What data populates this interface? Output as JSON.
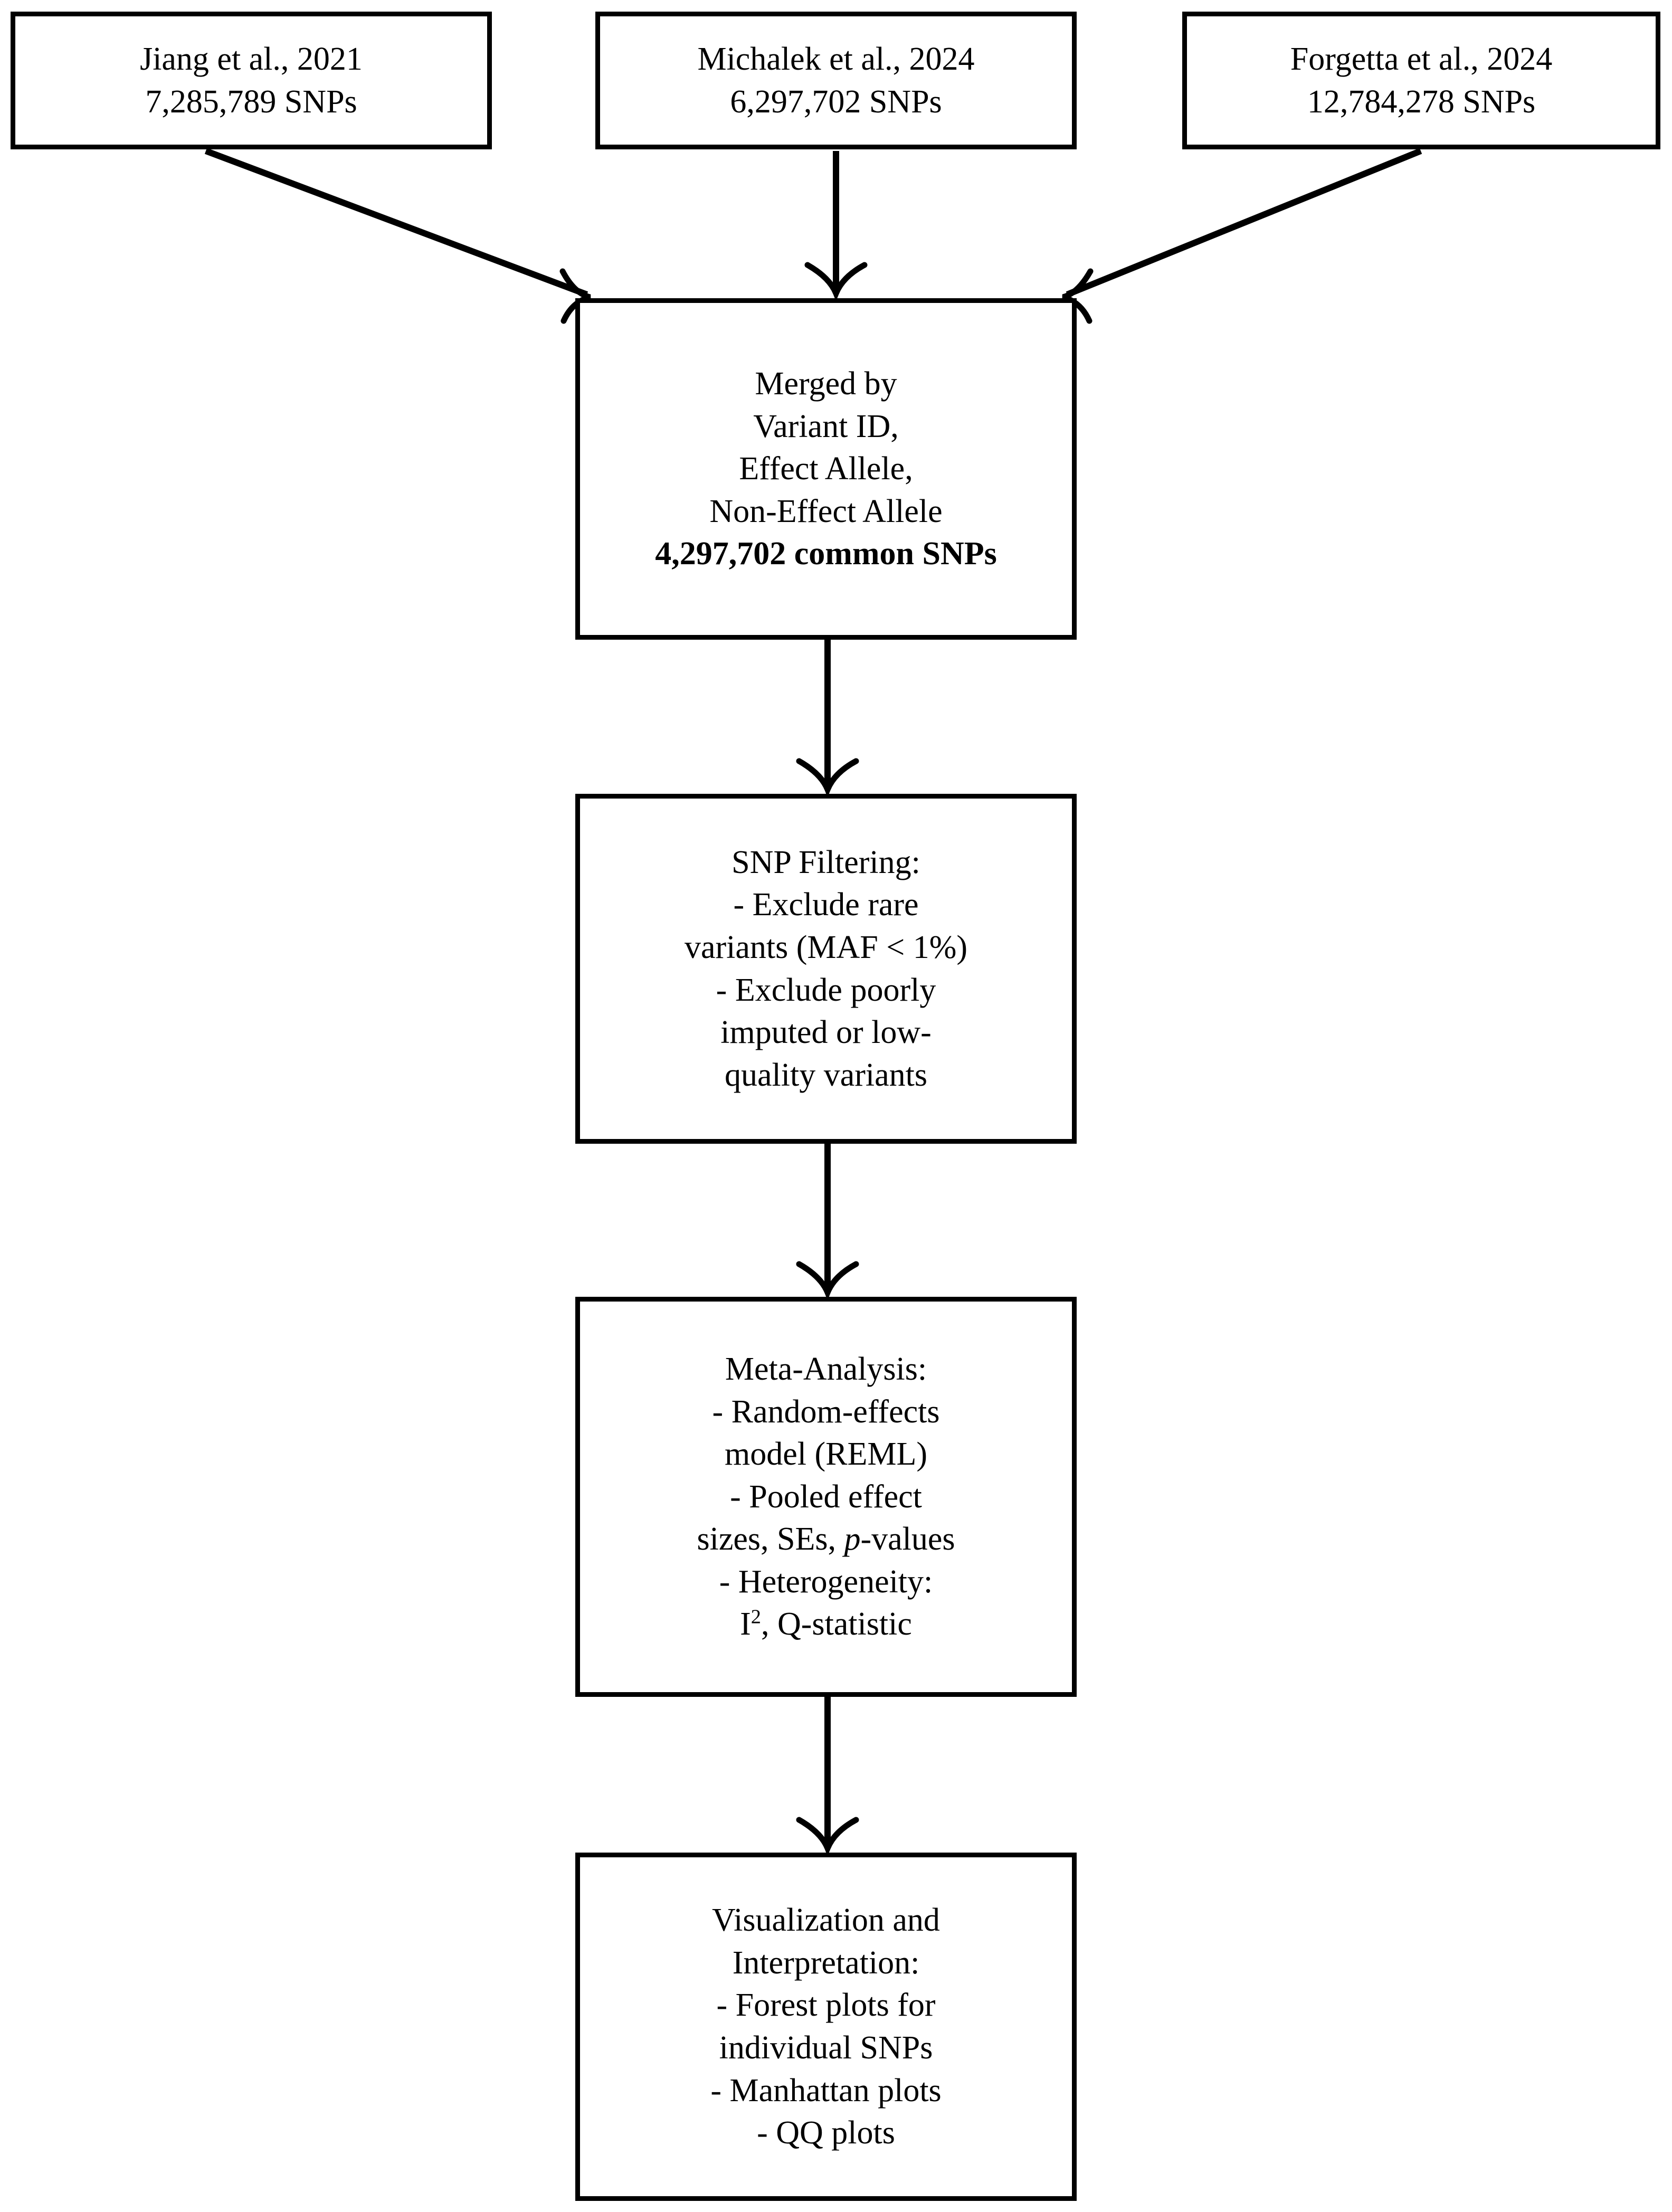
{
  "diagram": {
    "type": "flowchart",
    "orientation": "top-to-bottom",
    "stroke_color": "#000000",
    "background_color": "#ffffff"
  },
  "sources": [
    {
      "id": "source-1",
      "citation": "Jiang et al., 2021",
      "snp_count": "7,285,789 SNPs"
    },
    {
      "id": "source-2",
      "citation": "Michalek et al., 2024",
      "snp_count": "6,297,702 SNPs"
    },
    {
      "id": "source-3",
      "citation": "Forgetta et al., 2024",
      "snp_count": "12,784,278 SNPs"
    }
  ],
  "merge": {
    "line1": "Merged by",
    "line2": "Variant ID,",
    "line3": "Effect Allele,",
    "line4": "Non-Effect Allele",
    "result": "4,297,702 common SNPs"
  },
  "filtering": {
    "title": "SNP Filtering:",
    "bullets": [
      "- Exclude rare variants (MAF < 1%)",
      "- Exclude poorly imputed or low-quality variants"
    ],
    "line1": "SNP Filtering:",
    "line2": "- Exclude rare",
    "line3": "variants (MAF < 1%)",
    "line4": "- Exclude poorly",
    "line5": "imputed or low-",
    "line6": "quality variants"
  },
  "meta": {
    "title": "Meta-Analysis:",
    "line2": "- Random-effects",
    "line3": "model (REML)",
    "line4": "- Pooled effect",
    "line5_pre": "sizes, SEs, ",
    "line5_italic": "p",
    "line5_post": "-values",
    "line6": "- Heterogeneity:",
    "line7_pre": "I",
    "line7_sup": "2",
    "line7_post": ", Q-statistic"
  },
  "visualization": {
    "line1": "Visualization and",
    "line2": "Interpretation:",
    "line3": "- Forest plots for",
    "line4": "individual SNPs",
    "line5": "- Manhattan plots",
    "line6": "- QQ plots"
  }
}
